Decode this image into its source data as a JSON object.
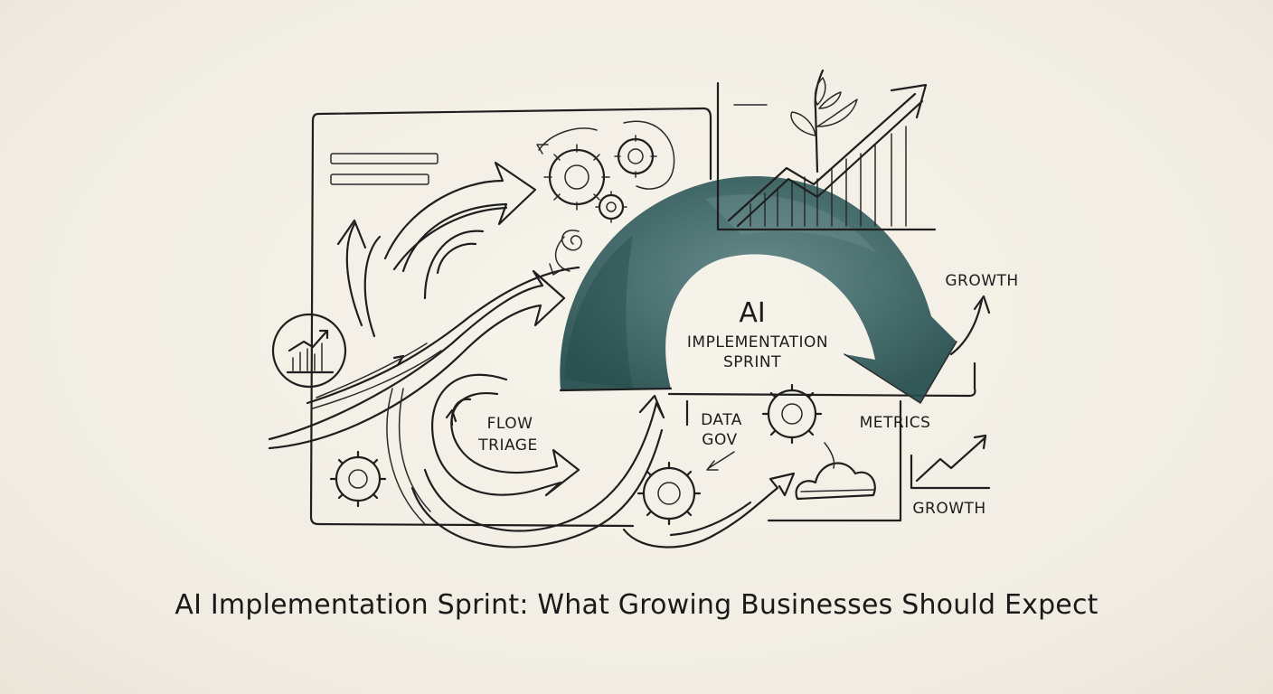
{
  "caption": "AI Implementation Sprint: What Growing Businesses Should Expect",
  "center_label": {
    "line1": "AI",
    "line2": "IMPLEMENTATION",
    "line3": "SPRINT"
  },
  "labels": {
    "flow_line1": "FLOW",
    "flow_line2": "TRIAGE",
    "data_line1": "DATA",
    "data_line2": "GOV",
    "metrics": "METRICS",
    "growth_top": "GROWTH",
    "growth_bottom": "GROWTH"
  },
  "colors": {
    "ink": "#1f1f1f",
    "watercolor_teal": "#2f5d5e",
    "paper": "#f3f0e7"
  }
}
